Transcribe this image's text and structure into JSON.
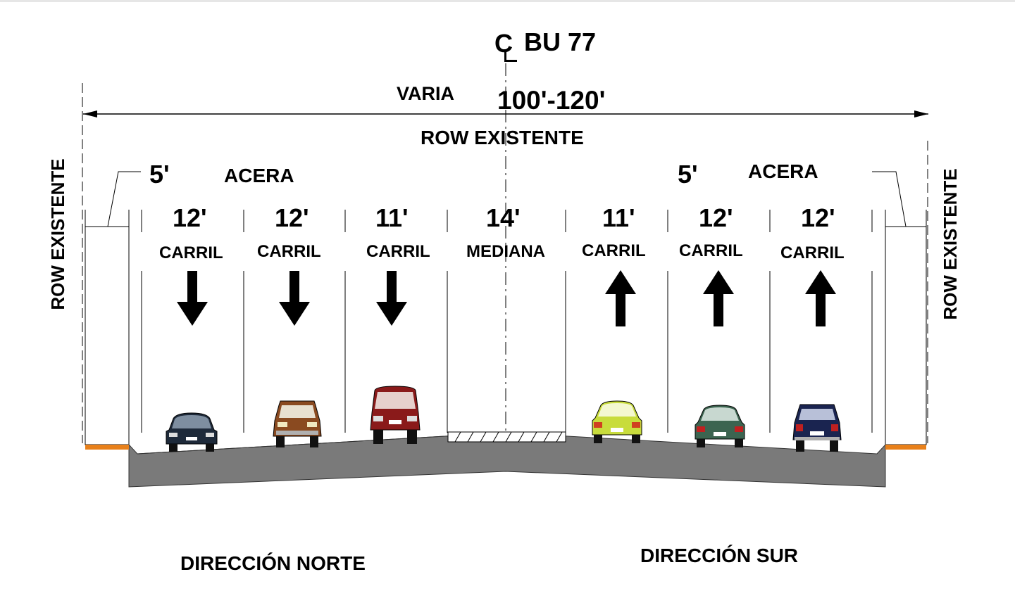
{
  "centerline": {
    "symbol": "C",
    "road": "BU 77"
  },
  "row": {
    "varia": "VARIA",
    "width": "100'-120'",
    "label": "ROW EXISTENTE",
    "side_left": "ROW EXISTENTE",
    "side_right": "ROW EXISTENTE"
  },
  "sidewalks": [
    {
      "width": "5'",
      "label": "ACERA"
    },
    {
      "width": "5'",
      "label": "ACERA"
    }
  ],
  "segments": [
    {
      "width": "12'",
      "label": "CARRIL",
      "direction": "down"
    },
    {
      "width": "12'",
      "label": "CARRIL",
      "direction": "down"
    },
    {
      "width": "11'",
      "label": "CARRIL",
      "direction": "down"
    },
    {
      "width": "14'",
      "label": "MEDIANA",
      "direction": "none"
    },
    {
      "width": "11'",
      "label": "CARRIL",
      "direction": "up"
    },
    {
      "width": "12'",
      "label": "CARRIL",
      "direction": "up"
    },
    {
      "width": "12'",
      "label": "CARRIL",
      "direction": "up"
    }
  ],
  "directions": {
    "left": "DIRECCIÓN NORTE",
    "right": "DIRECCIÓN SUR"
  },
  "colors": {
    "pavement": "#7a7a7a",
    "curb": "#e8801a",
    "car1": "#1e2a3a",
    "car2": "#8a4a20",
    "car3": "#8a1a1a",
    "car4": "#c8dc3c",
    "car5": "#3c6450",
    "car6": "#1a2450"
  }
}
